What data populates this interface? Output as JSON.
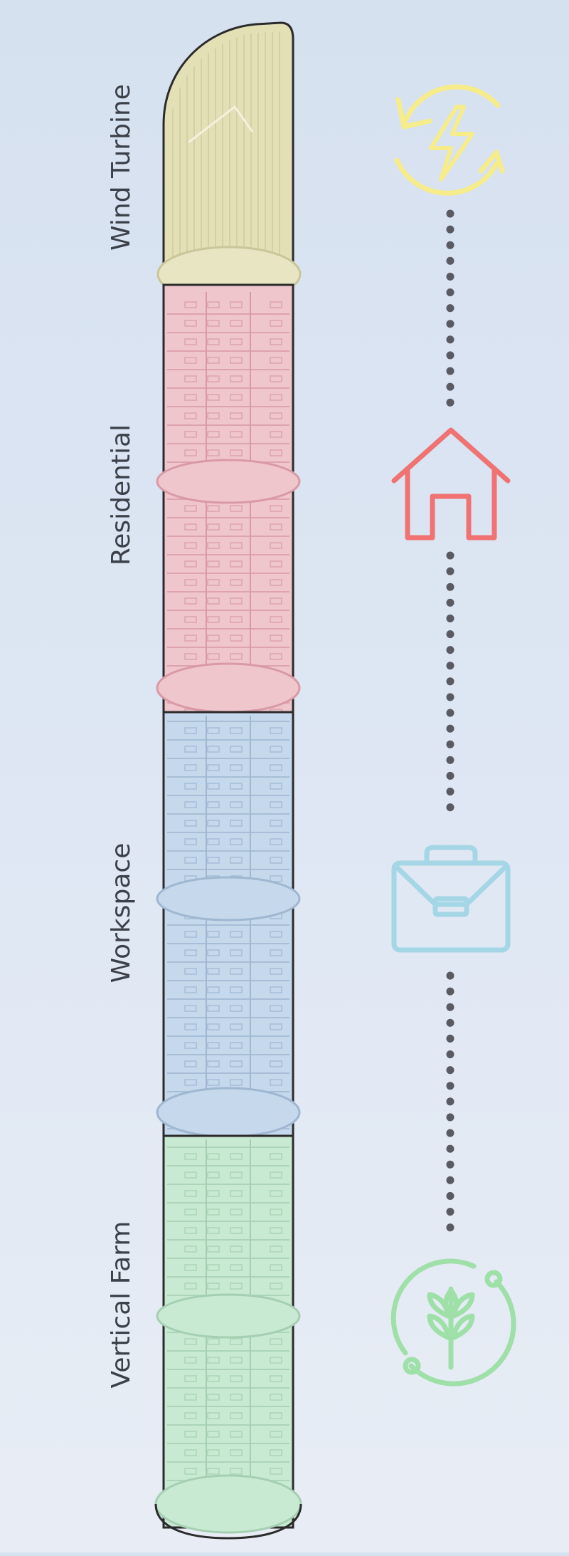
{
  "sections": [
    {
      "key": "wind",
      "label": "Wind Turbine",
      "icon": "energy-cycle-icon",
      "color": "#f6ec8a",
      "fill": "#e3e0b6"
    },
    {
      "key": "residential",
      "label": "Residential",
      "icon": "house-icon",
      "color": "#f07272",
      "fill": "#efc6cc"
    },
    {
      "key": "workspace",
      "label": "Workspace",
      "icon": "briefcase-icon",
      "color": "#a4d6e6",
      "fill": "#c5d8ec"
    },
    {
      "key": "farm",
      "label": "Vertical Farm",
      "icon": "wheat-cycle-icon",
      "color": "#9ee0a8",
      "fill": "#c8ead2"
    }
  ],
  "connector_color": "#5a5a62"
}
